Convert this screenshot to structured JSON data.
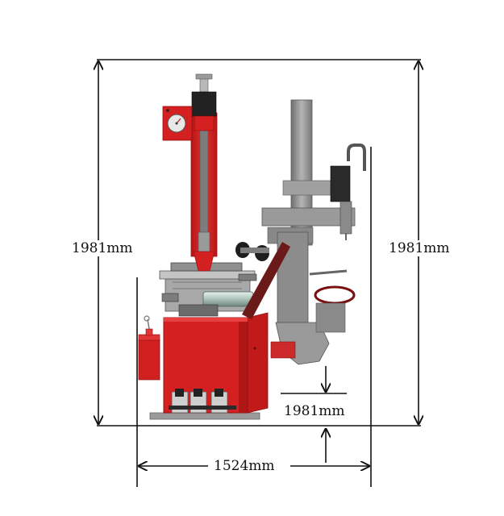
{
  "dimensions": {
    "left_height_label": "1981mm",
    "right_height_label": "1981mm",
    "inner_depth_label": "1981mm",
    "base_width_label": "1524mm"
  },
  "colors": {
    "machine_red": "#d42020",
    "machine_gray": "#8e8e8e",
    "dark": "#1c1c1c",
    "line": "#111111"
  }
}
